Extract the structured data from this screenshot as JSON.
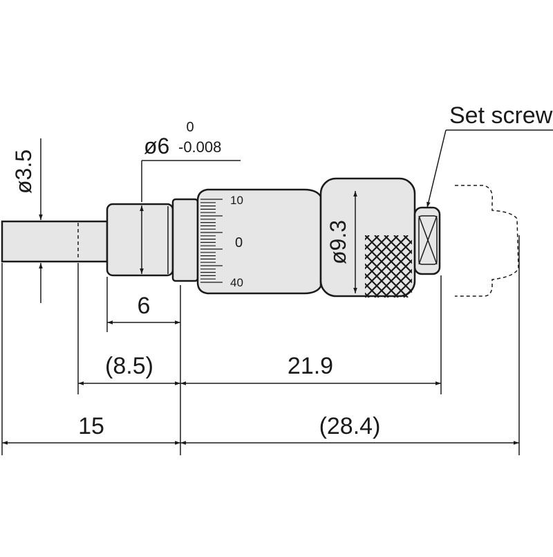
{
  "labels": {
    "set_screw": "Set screw",
    "diameter_spindle": "ø3.5",
    "diameter_sleeve": "ø6",
    "sleeve_tol_upper": "0",
    "sleeve_tol_lower": "-0.008",
    "diameter_thimble": "ø9.3",
    "dim_sleeve_length": "6",
    "dim_spindle_offset": "(8.5)",
    "dim_body_length": "21.9",
    "dim_spindle_length": "15",
    "dim_total_length": "(28.4)"
  },
  "scale_marks": {
    "top": "10",
    "middle": "0",
    "bottom": "40"
  },
  "colors": {
    "line": "#1a1a1a",
    "body_fill": "#e6e6e6",
    "background": "#ffffff"
  }
}
